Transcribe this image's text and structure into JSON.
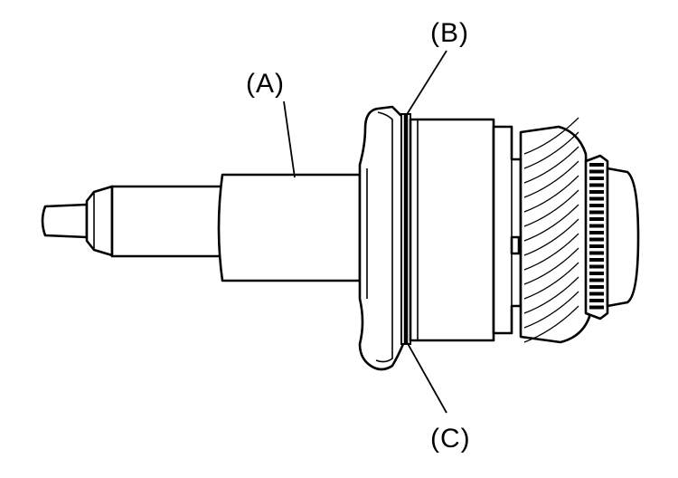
{
  "labels": {
    "a": "(A)",
    "b": "(B)",
    "c": "(C)"
  },
  "colors": {
    "ink": "#000000",
    "paper": "#ffffff"
  }
}
